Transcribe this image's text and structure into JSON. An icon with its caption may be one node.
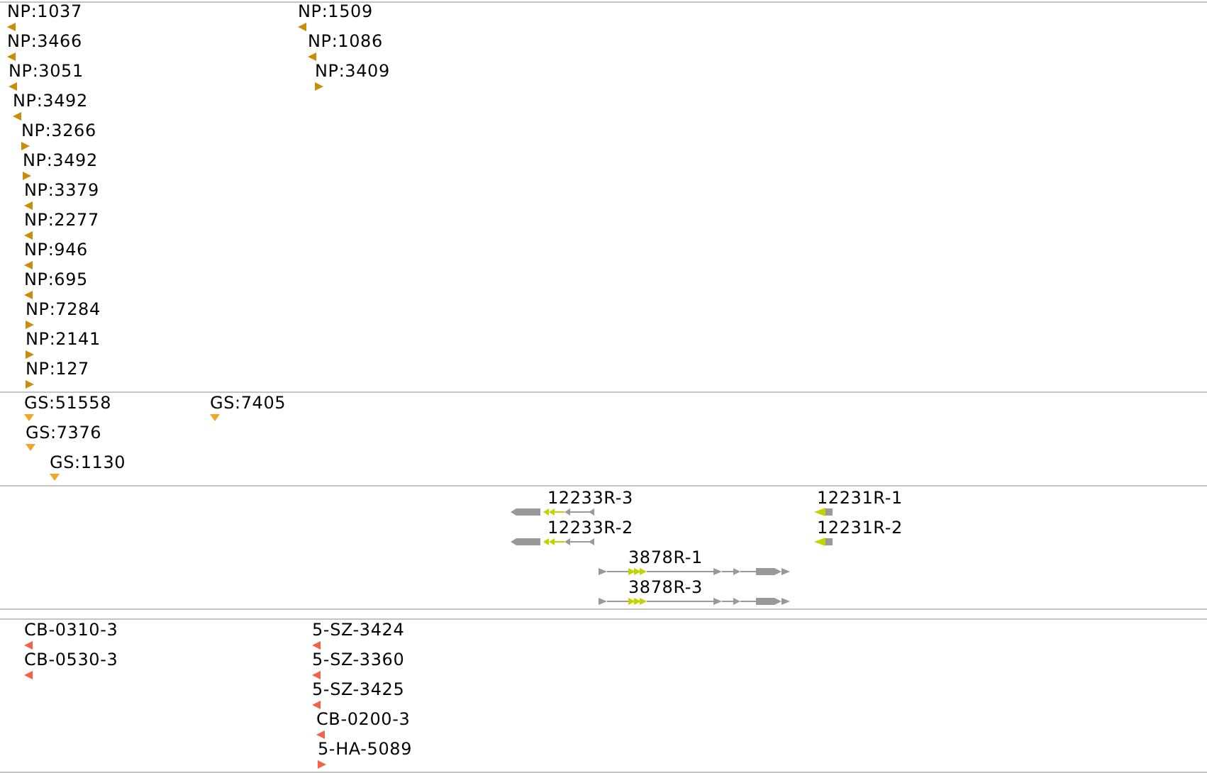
{
  "diagram": {
    "labels": [
      "NP:1037",
      "NP:1509",
      "NP:3466",
      "NP:1086",
      "NP:3051",
      "NP:3409",
      "NP:3492",
      "NP:3266",
      "NP:3492",
      "NP:3379",
      "NP:2277",
      "NP:946",
      "NP:695",
      "NP:7284",
      "NP:2141",
      "NP:127",
      "GS:51558",
      "GS:7405",
      "GS:7376",
      "GS:1130",
      "12233R-3",
      "12231R-1",
      "12233R-2",
      "12231R-2",
      "3878R-1",
      "3878R-3",
      "CB-0310-3",
      "5-SZ-3424",
      "CB-0530-3",
      "5-SZ-3360",
      "5-SZ-3425",
      "CB-0200-3",
      "5-HA-5089"
    ]
  }
}
